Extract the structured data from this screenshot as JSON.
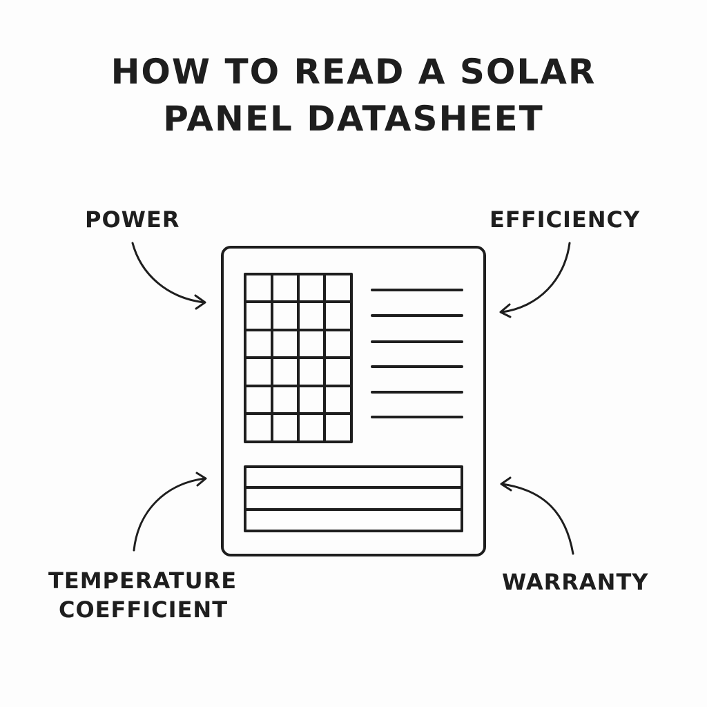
{
  "title": {
    "line1": "HOW TO READ A SOLAR",
    "line2": "PANEL DATASHEET"
  },
  "labels": {
    "power": "POWER",
    "efficiency": "EFFICIENCY",
    "temperature_line1": "TEMPERATURE",
    "temperature_line2": "COEFFICIENT",
    "warranty": "WARRANTY"
  },
  "diagram": {
    "grid": {
      "rows": 6,
      "cols": 4
    },
    "text_lines": 6,
    "table_rows": 3,
    "stroke_color": "#1e1e1e"
  }
}
